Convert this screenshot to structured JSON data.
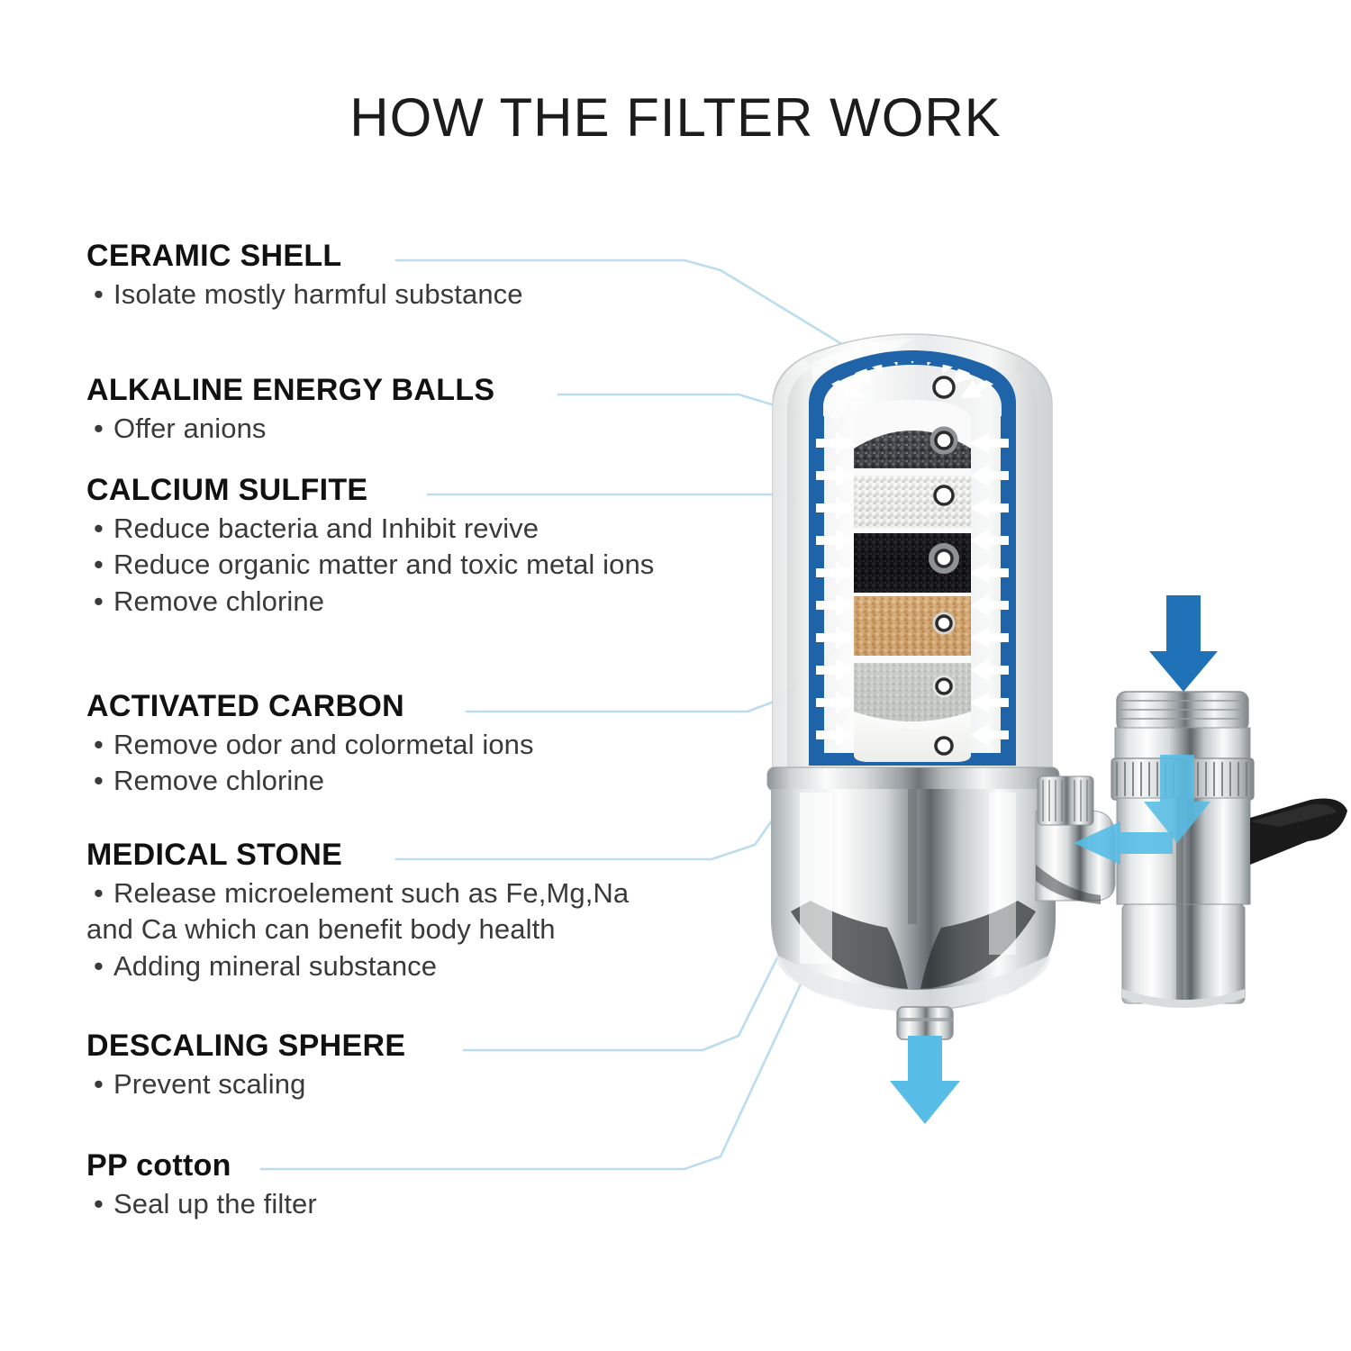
{
  "title": "HOW THE FILTER WORK",
  "colors": {
    "shell_blue": "#1f63a8",
    "arrow_dark_blue": "#1f72b8",
    "arrow_light_blue": "#57bde6",
    "leader_line": "#bcdcf0",
    "heading_text": "#111111",
    "body_text": "#3a3a3a",
    "background": "#ffffff",
    "chrome_light": "#f2f2f2",
    "chrome_mid": "#b9bcbe",
    "chrome_dark": "#6f7476"
  },
  "sections": [
    {
      "id": "ceramic-shell",
      "heading": "CERAMIC SHELL",
      "bullets": [
        {
          "text": "Isolate mostly harmful substance",
          "bullet": true
        }
      ]
    },
    {
      "id": "alkaline-energy-balls",
      "heading": "ALKALINE ENERGY BALLS",
      "bullets": [
        {
          "text": "Offer anions",
          "bullet": true
        }
      ]
    },
    {
      "id": "calcium-sulfite",
      "heading": "CALCIUM SULFITE",
      "bullets": [
        {
          "text": "Reduce bacteria and Inhibit revive",
          "bullet": true
        },
        {
          "text": "Reduce organic matter and toxic metal ions",
          "bullet": true
        },
        {
          "text": "Remove chlorine",
          "bullet": true
        }
      ]
    },
    {
      "id": "activated-carbon",
      "heading": "ACTIVATED CARBON",
      "bullets": [
        {
          "text": "Remove odor and colormetal ions",
          "bullet": true
        },
        {
          "text": "Remove chlorine",
          "bullet": true
        }
      ]
    },
    {
      "id": "medical-stone",
      "heading": "MEDICAL STONE",
      "bullets": [
        {
          "text": "Release microelement such as Fe,Mg,Na",
          "bullet": true
        },
        {
          "text": "and Ca which can benefit body health",
          "bullet": false
        },
        {
          "text": "Adding mineral substance",
          "bullet": true
        }
      ]
    },
    {
      "id": "descaling-sphere",
      "heading": "DESCALING SPHERE",
      "bullets": [
        {
          "text": "Prevent scaling",
          "bullet": true
        }
      ]
    },
    {
      "id": "pp-cotton",
      "heading": "PP cotton",
      "bullets": [
        {
          "text": "Seal up the filter",
          "bullet": true
        }
      ]
    }
  ],
  "diagram": {
    "filter_layers": [
      {
        "name": "alkaline-energy-balls-layer",
        "color": "#4a4c50"
      },
      {
        "name": "calcium-sulfite-layer",
        "color": "#e6e6e4"
      },
      {
        "name": "activated-carbon-layer",
        "color": "#16161a"
      },
      {
        "name": "medical-stone-layer",
        "color": "#d2a673"
      },
      {
        "name": "descaling-sphere-layer",
        "color": "#c9cbc8"
      },
      {
        "name": "pp-cotton-layer",
        "color": "#f4f4f2"
      }
    ],
    "flow_arrows": [
      {
        "name": "inlet-arrow-down",
        "direction": "down",
        "color": "#1f72b8"
      },
      {
        "name": "adapter-arrow-down",
        "direction": "down",
        "color": "#57bde6"
      },
      {
        "name": "adapter-arrow-left",
        "direction": "left",
        "color": "#57bde6"
      },
      {
        "name": "outlet-arrow-down",
        "direction": "down",
        "color": "#57bde6"
      }
    ]
  }
}
